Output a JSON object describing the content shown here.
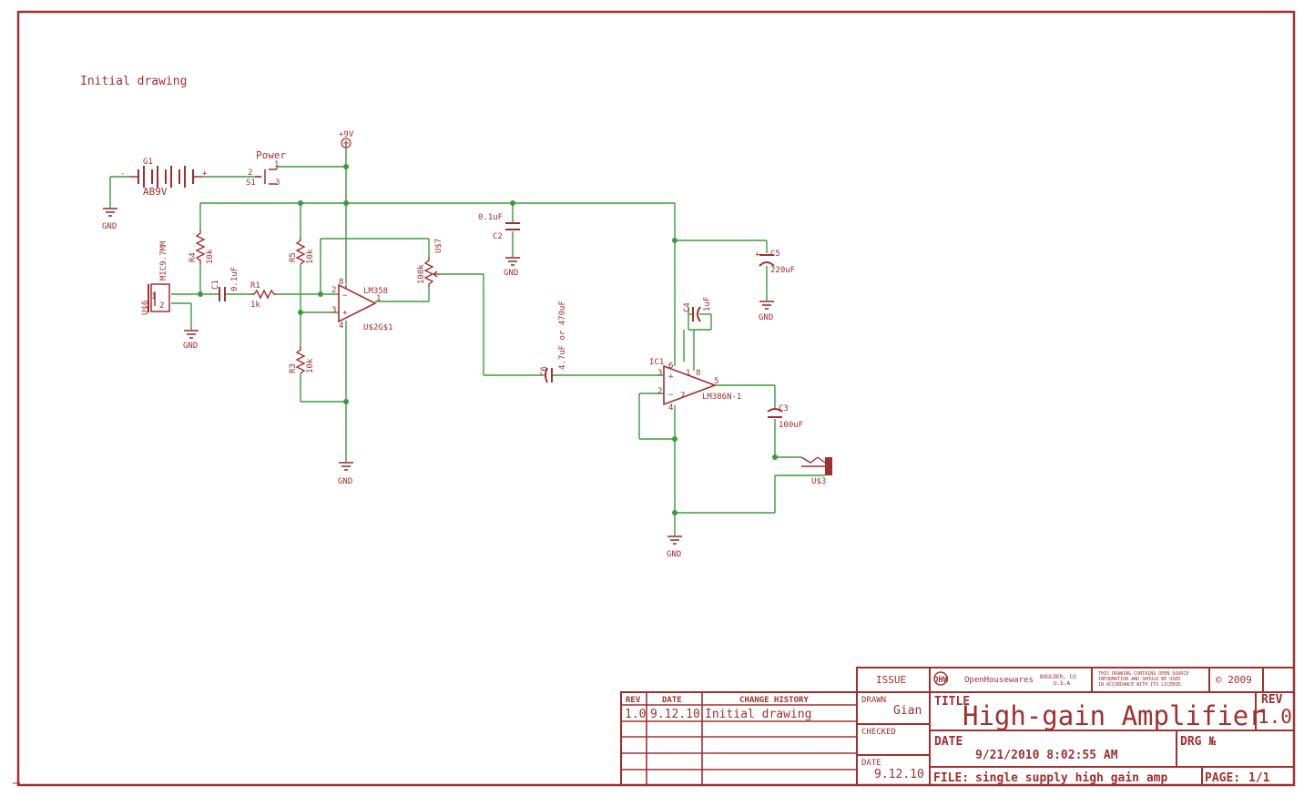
{
  "note": "Initial drawing",
  "power": {
    "label": "+9V",
    "switch_name": "Power",
    "switch_ref": "S1",
    "pin1": "1",
    "pin2": "2",
    "pin3": "3"
  },
  "battery": {
    "ref": "G1",
    "value": "AB9V",
    "minus": "-",
    "plus": "+"
  },
  "gnd_label": "GND",
  "mic": {
    "ref": "U$6",
    "value": "MIC9.7MM"
  },
  "components": {
    "r4": {
      "ref": "R4",
      "value": "10k"
    },
    "r5": {
      "ref": "R5",
      "value": "10k"
    },
    "r3": {
      "ref": "R3",
      "value": "10k"
    },
    "r1": {
      "ref": "R1",
      "value": "1k"
    },
    "c1": {
      "ref": "C1",
      "value": "0.1uF"
    },
    "c2": {
      "ref": "C2",
      "value": "0.1uF"
    },
    "c5": {
      "ref": "C5",
      "value": "220uF"
    },
    "c4": {
      "ref": "C4",
      "value": "1uF"
    },
    "c6": {
      "ref": "C6",
      "value": "4.7uF or 470uF"
    },
    "c3": {
      "ref": "C3",
      "value": "100uF"
    },
    "pot": {
      "ref": "U$7",
      "value": "100k"
    },
    "opamp": {
      "name": "LM358",
      "ref": "U$2G$1"
    },
    "amp": {
      "ref": "IC1",
      "name": "LM386N-1"
    },
    "jack": {
      "ref": "U$3"
    }
  },
  "pins": {
    "p1": "1",
    "p2": "2",
    "p3": "3",
    "p4": "4",
    "p5": "5",
    "p6": "6",
    "p7": "7",
    "p8": "8"
  },
  "title_block": {
    "issue": "ISSUE",
    "company": "OpenHousewares",
    "logo": "OHW",
    "location_line1": "BOULDER, CO",
    "location_line2": "U.S.A",
    "license_line1": "THIS DRAWING CONTAINS OPEN SOURCE",
    "license_line2": "INFORMATION AND SHOULD BE USED",
    "license_line3": "IN ACCORDANCE WITH ITS LICENSE.",
    "copyright": "© 2009",
    "drawn_label": "DRAWN",
    "drawn_value": "Gian",
    "checked_label": "CHECKED",
    "date_label": "DATE",
    "date_value": "9.12.10",
    "title_label": "TITLE",
    "title": "High-gain Amplifier",
    "rev_label": "REV",
    "rev_value": "1.0",
    "date2_label": "DATE",
    "date2_value": "9/21/2010 8:02:55 AM",
    "drg_label": "DRG №",
    "file_label": "FILE:",
    "file_value": "single supply high gain amp",
    "page_label": "PAGE:",
    "page_value": "1/1"
  },
  "revision_table": {
    "headers": [
      "REV",
      "DATE",
      "CHANGE HISTORY"
    ],
    "rows": [
      {
        "rev": "1.0",
        "date": "9.12.10",
        "change": "Initial drawing"
      }
    ]
  }
}
